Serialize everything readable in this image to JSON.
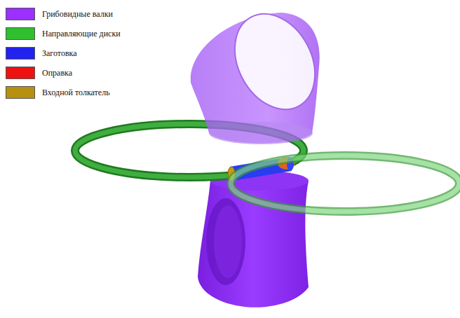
{
  "diagram": {
    "legend": [
      {
        "text": "Грибовидные валки",
        "color": "#9b30ff"
      },
      {
        "text": "Направляющие диски",
        "color": "#2fbf2f"
      },
      {
        "text": "Заготовка",
        "color": "#2222ee"
      },
      {
        "text": "Оправка",
        "color": "#ee1111"
      },
      {
        "text": "Входной толкатель",
        "color": "#b8900f"
      }
    ]
  }
}
